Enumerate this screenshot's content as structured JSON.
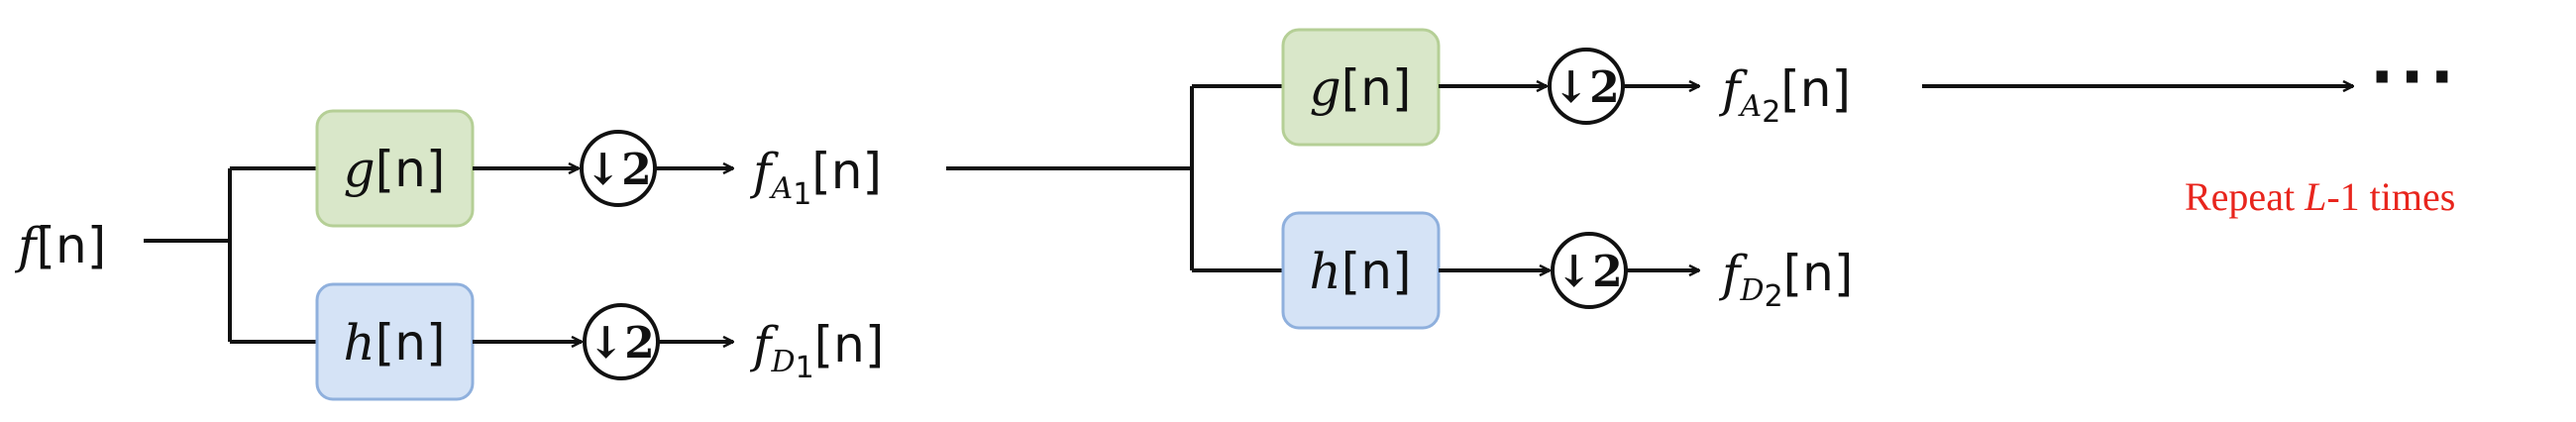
{
  "input": {
    "var": "f",
    "idx": "[n]"
  },
  "level1": {
    "lowpass": {
      "var": "g",
      "idx": "[n]"
    },
    "highpass": {
      "var": "h",
      "idx": "[n]"
    },
    "downsample": "↓2",
    "approx": {
      "var": "f",
      "sub": "A",
      "subnum": "1",
      "idx": "[n]"
    },
    "detail": {
      "var": "f",
      "sub": "D",
      "subnum": "1",
      "idx": "[n]"
    }
  },
  "level2": {
    "lowpass": {
      "var": "g",
      "idx": "[n]"
    },
    "highpass": {
      "var": "h",
      "idx": "[n]"
    },
    "downsample": "↓2",
    "approx": {
      "var": "f",
      "sub": "A",
      "subnum": "2",
      "idx": "[n]"
    },
    "detail": {
      "var": "f",
      "sub": "D",
      "subnum": "2",
      "idx": "[n]"
    }
  },
  "continuation": "···",
  "repeat_note": {
    "pre": "Repeat ",
    "var": "L",
    "post": "-1 times"
  },
  "colors": {
    "lowpass_fill": "#d9e7c9",
    "lowpass_stroke": "#b5cf96",
    "highpass_fill": "#d5e3f6",
    "highpass_stroke": "#8fb0dd",
    "line": "#111111",
    "note": "#e8251d"
  }
}
